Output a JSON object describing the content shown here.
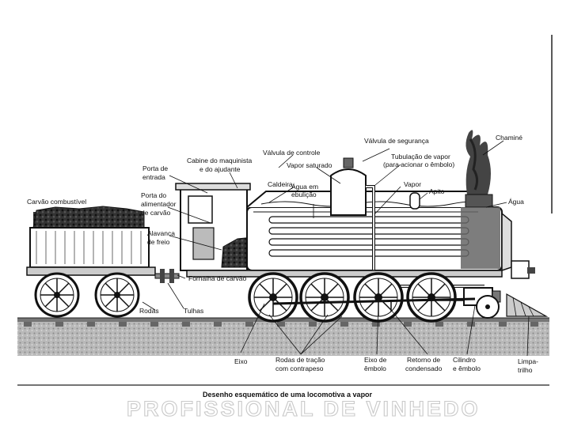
{
  "caption": "Desenho esquemático de uma locomotiva a vapor",
  "watermark": "PROFISSIONAL DE VINHEDO",
  "labels": {
    "chamine": "Chaminé",
    "valvula_seguranca": "Válvula de segurança",
    "tubulacao_1": "Tubulação de vapor",
    "tubulacao_2": "(para acionar o êmbolo)",
    "valvula_controle": "Válvula de controle",
    "vapor_saturado": "Vapor saturado",
    "cabine_1": "Cabine do maquinista",
    "cabine_2": "e do ajudante",
    "porta_entrada_1": "Porta de",
    "porta_entrada_2": "entrada",
    "caldeira": "Caldeira",
    "agua_ebulicao_1": "Água em",
    "agua_ebulicao_2": "ebulição",
    "vapor": "Vapor",
    "apito": "Apito",
    "agua": "Água",
    "carvao_combustivel": "Carvão combustível",
    "porta_alimentador_1": "Porta do",
    "porta_alimentador_2": "alimentador",
    "porta_alimentador_3": "de carvão",
    "alavanca_freio_1": "Alavanca",
    "alavanca_freio_2": "de freio",
    "fornalha": "Fornalha de carvão",
    "rodas": "Rodas",
    "tulhas": "Tulhas",
    "eixo": "Eixo",
    "rodas_tracao_1": "Rodas de tração",
    "rodas_tracao_2": "com contrapeso",
    "eixo_embolo_1": "Eixo de",
    "eixo_embolo_2": "êmbolo",
    "retorno_1": "Retorno de",
    "retorno_2": "condensado",
    "cilindro_1": "Cilindro",
    "cilindro_2": "e êmbolo",
    "limpa_trilho_1": "Limpa-",
    "limpa_trilho_2": "trilho"
  }
}
